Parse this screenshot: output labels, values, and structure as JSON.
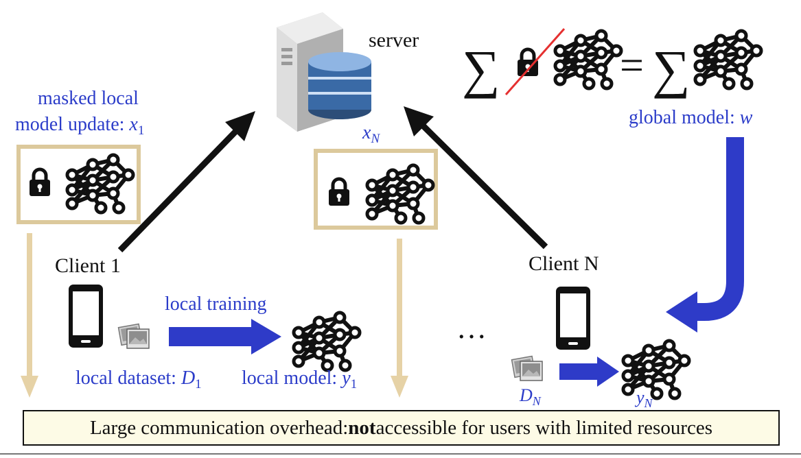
{
  "labels": {
    "server": "server",
    "masked_update_line1": "masked local",
    "masked_update_line2_prefix": "model update: ",
    "x1_base": "x",
    "x1_sub": "1",
    "xN_base": "x",
    "xN_sub": "N",
    "global_model_prefix": "global model: ",
    "global_model_var": "w",
    "client1": "Client 1",
    "clientN": "Client N",
    "local_training": "local training",
    "local_dataset_prefix": "local dataset: ",
    "D1_base": "D",
    "D1_sub": "1",
    "local_model_prefix": "local model: ",
    "y1_base": "y",
    "y1_sub": "1",
    "DN_base": "D",
    "DN_sub": "N",
    "yN_base": "y",
    "yN_sub": "N",
    "ellipsis": "…",
    "sum_symbol": "∑",
    "equals": "="
  },
  "footer": {
    "before": "Large communication overhead: ",
    "bold": "not",
    "after": " accessible for users with limited resources"
  },
  "colors": {
    "blue_arrow": "#2e3bc8",
    "tan": "#e6d2a6",
    "box_border": "#dcc99c",
    "label_blue": "#2b3cc9",
    "strike_red": "#e53030"
  }
}
